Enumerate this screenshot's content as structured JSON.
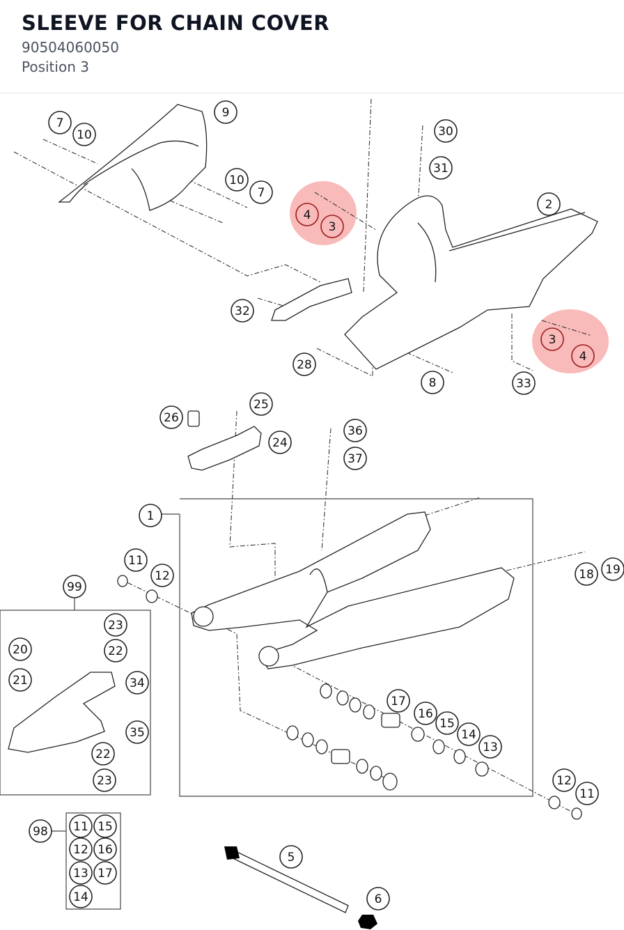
{
  "header": {
    "title": "SLEEVE FOR CHAIN COVER",
    "part_number": "90504060050",
    "position": "Position 3"
  },
  "diagram": {
    "highlight_color": "#f05a5a",
    "highlighted_position": "3",
    "callouts": [
      {
        "id": "c7a",
        "label": "7"
      },
      {
        "id": "c10a",
        "label": "10"
      },
      {
        "id": "c9",
        "label": "9"
      },
      {
        "id": "c10b",
        "label": "10"
      },
      {
        "id": "c7b",
        "label": "7"
      },
      {
        "id": "c4a",
        "label": "4"
      },
      {
        "id": "c3a",
        "label": "3"
      },
      {
        "id": "c30",
        "label": "30"
      },
      {
        "id": "c31",
        "label": "31"
      },
      {
        "id": "c2",
        "label": "2"
      },
      {
        "id": "c32",
        "label": "32"
      },
      {
        "id": "c3b",
        "label": "3"
      },
      {
        "id": "c4b",
        "label": "4"
      },
      {
        "id": "c28",
        "label": "28"
      },
      {
        "id": "c8",
        "label": "8"
      },
      {
        "id": "c33",
        "label": "33"
      },
      {
        "id": "c26",
        "label": "26"
      },
      {
        "id": "c25",
        "label": "25"
      },
      {
        "id": "c24",
        "label": "24"
      },
      {
        "id": "c36",
        "label": "36"
      },
      {
        "id": "c37",
        "label": "37"
      },
      {
        "id": "c1",
        "label": "1"
      },
      {
        "id": "c11a",
        "label": "11"
      },
      {
        "id": "c12a",
        "label": "12"
      },
      {
        "id": "c18",
        "label": "18"
      },
      {
        "id": "c19",
        "label": "19"
      },
      {
        "id": "c99",
        "label": "99"
      },
      {
        "id": "c23a",
        "label": "23"
      },
      {
        "id": "c20",
        "label": "20"
      },
      {
        "id": "c22a",
        "label": "22"
      },
      {
        "id": "c21",
        "label": "21"
      },
      {
        "id": "c34",
        "label": "34"
      },
      {
        "id": "c35",
        "label": "35"
      },
      {
        "id": "c22b",
        "label": "22"
      },
      {
        "id": "c23b",
        "label": "23"
      },
      {
        "id": "c17",
        "label": "17"
      },
      {
        "id": "c16",
        "label": "16"
      },
      {
        "id": "c15",
        "label": "15"
      },
      {
        "id": "c14",
        "label": "14"
      },
      {
        "id": "c13",
        "label": "13"
      },
      {
        "id": "c12b",
        "label": "12"
      },
      {
        "id": "c11b",
        "label": "11"
      },
      {
        "id": "c98",
        "label": "98"
      },
      {
        "id": "k11",
        "label": "11"
      },
      {
        "id": "k15",
        "label": "15"
      },
      {
        "id": "k12",
        "label": "12"
      },
      {
        "id": "k16",
        "label": "16"
      },
      {
        "id": "k13",
        "label": "13"
      },
      {
        "id": "k17",
        "label": "17"
      },
      {
        "id": "k14",
        "label": "14"
      },
      {
        "id": "c5",
        "label": "5"
      },
      {
        "id": "c6",
        "label": "6"
      }
    ]
  }
}
